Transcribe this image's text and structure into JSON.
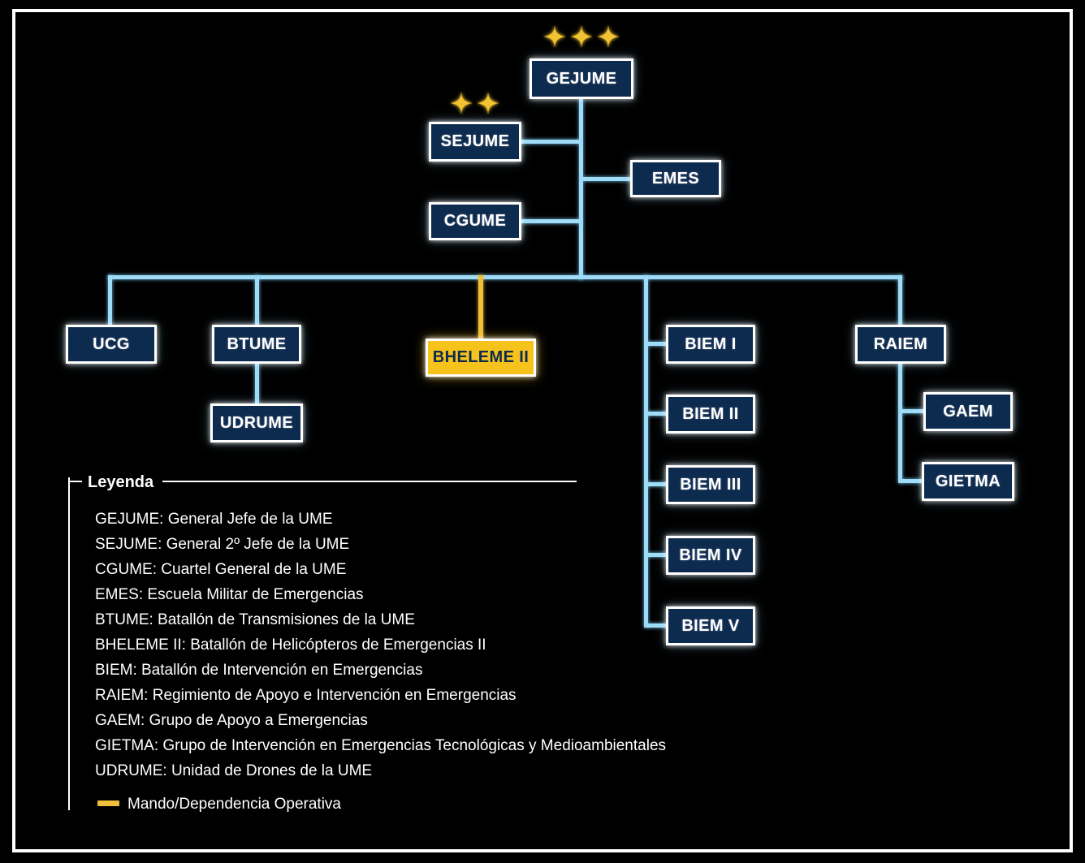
{
  "colors": {
    "background": "#000000",
    "box_fill": "#0d2a4f",
    "box_border": "#ffffff",
    "connector_blue": "#9fdcf8",
    "accent_gold": "#f5c31c",
    "text": "#ffffff"
  },
  "chart": {
    "type": "org-chart",
    "nodes": {
      "gejume": "GEJUME",
      "sejume": "SEJUME",
      "emes": "EMES",
      "cgume": "CGUME",
      "ucg": "UCG",
      "btume": "BTUME",
      "udrume": "UDRUME",
      "bheleme_ii": "BHELEME II",
      "biem_1": "BIEM I",
      "biem_2": "BIEM II",
      "biem_3": "BIEM III",
      "biem_4": "BIEM IV",
      "biem_5": "BIEM V",
      "raiem": "RAIEM",
      "gaem": "GAEM",
      "gietma": "GIETMA"
    },
    "stars": {
      "gejume": 3,
      "sejume": 2
    },
    "edges": [
      {
        "from": "GEJUME",
        "to": "SEJUME",
        "type": "command"
      },
      {
        "from": "GEJUME",
        "to": "EMES",
        "type": "command"
      },
      {
        "from": "GEJUME",
        "to": "CGUME",
        "type": "command"
      },
      {
        "from": "GEJUME",
        "to": "UCG",
        "type": "command"
      },
      {
        "from": "GEJUME",
        "to": "BTUME",
        "type": "command"
      },
      {
        "from": "BTUME",
        "to": "UDRUME",
        "type": "command"
      },
      {
        "from": "GEJUME",
        "to": "BHELEME II",
        "type": "operational"
      },
      {
        "from": "GEJUME",
        "to": "BIEM I",
        "type": "command"
      },
      {
        "from": "GEJUME",
        "to": "BIEM II",
        "type": "command"
      },
      {
        "from": "GEJUME",
        "to": "BIEM III",
        "type": "command"
      },
      {
        "from": "GEJUME",
        "to": "BIEM IV",
        "type": "command"
      },
      {
        "from": "GEJUME",
        "to": "BIEM V",
        "type": "command"
      },
      {
        "from": "GEJUME",
        "to": "RAIEM",
        "type": "command"
      },
      {
        "from": "RAIEM",
        "to": "GAEM",
        "type": "command"
      },
      {
        "from": "RAIEM",
        "to": "GIETMA",
        "type": "command"
      }
    ]
  },
  "legend": {
    "title": "Leyenda",
    "items": [
      "GEJUME: General Jefe de la UME",
      "SEJUME: General 2º Jefe de la UME",
      "CGUME: Cuartel General de la UME",
      "EMES: Escuela Militar de Emergencias",
      "BTUME: Batallón de Transmisiones de la UME",
      "BHELEME II: Batallón de Helicópteros de Emergencias II",
      "BIEM: Batallón de Intervención en Emergencias",
      "RAIEM: Regimiento de Apoyo e Intervención en Emergencias",
      "GAEM: Grupo de Apoyo a Emergencias",
      "GIETMA: Grupo de Intervención en Emergencias Tecnológicas y Medioambientales",
      "UDRUME: Unidad de Drones de la UME"
    ],
    "operational_note": "Mando/Dependencia Operativa"
  }
}
